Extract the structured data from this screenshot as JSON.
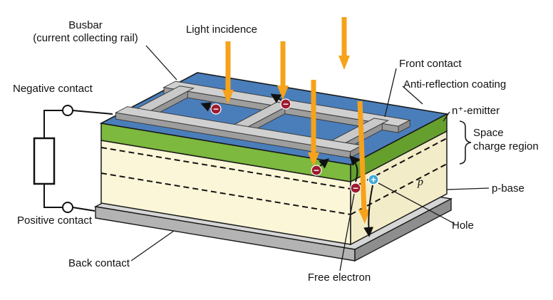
{
  "labels": {
    "busbar": {
      "line1": "Busbar",
      "line2": "(current collecting rail)"
    },
    "light_incidence": "Light incidence",
    "front_contact": "Front contact",
    "anti_reflection_coating": "Anti-reflection coating",
    "n_emitter": "n⁺-emitter",
    "space_charge": {
      "line1": "Space",
      "line2": "charge region"
    },
    "p_base": "p-base",
    "p_region": "p",
    "hole": "Hole",
    "free_electron": "Free electron",
    "back_contact": "Back contact",
    "negative_contact": "Negative contact",
    "positive_contact": "Positive contact"
  },
  "symbols": {
    "electron_sign": "−",
    "hole_sign": "+"
  },
  "colors": {
    "anti_reflection_top": "#4a7ebb",
    "emitter_front": "#7cb93e",
    "emitter_side": "#65a02f",
    "base_front": "#fbf6d7",
    "base_side": "#f3ecc8",
    "metal_rail_top": "#d0d0d0",
    "metal_rail_front": "#9e9e9e",
    "metal_rail_end": "#8c8c8c",
    "finger_top": "#c9c9c9",
    "finger_side": "#969696",
    "back_contact_top": "#d6d6d6",
    "back_contact_front": "#b3b3b3",
    "back_contact_side": "#8e8e8e",
    "light_arrow": "#f6a21b",
    "electron_fill": "#9e1b30",
    "hole_fill": "#3fa9d8",
    "outline": "#1a1a1a"
  }
}
